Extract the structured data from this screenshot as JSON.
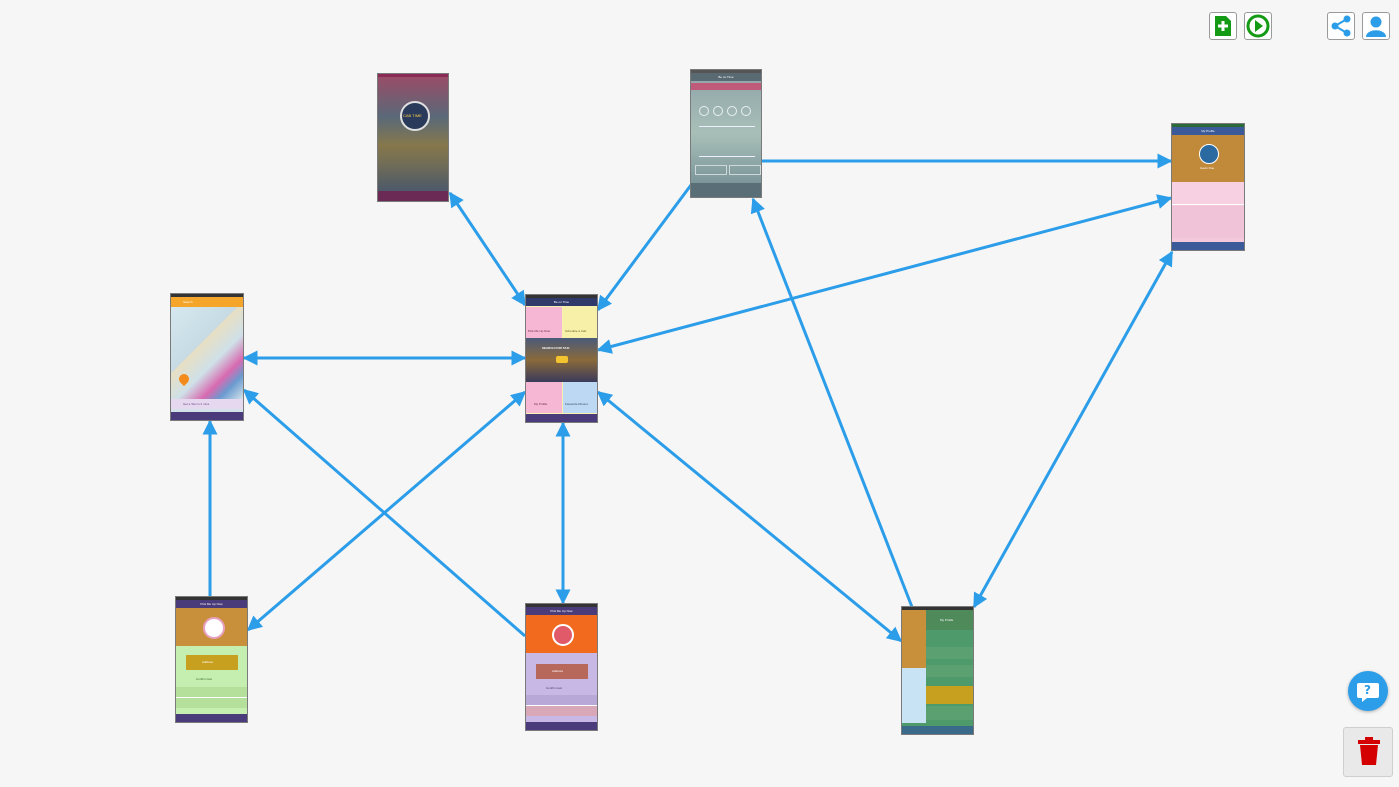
{
  "toolbar": {
    "add_screen_icon": "add-page-icon",
    "play_icon": "play-icon",
    "share_icon": "share-icon",
    "user_icon": "user-icon",
    "colors": {
      "green": "#149a14",
      "blue": "#2b9de9"
    }
  },
  "screens": {
    "splash": {
      "logo_text": "CAB TIME"
    },
    "home": {
      "title": "Be on Time",
      "tile_1": "Pick Me Up Now",
      "tile_2": "Schedule a Cab",
      "banner": "SEARCH FOR TAXI",
      "tile_3": "My Profile",
      "tile_4": "Favourite Drivers"
    },
    "control": {
      "title": "Be on Time"
    },
    "profile": {
      "title": "My Profile",
      "name": "Gavin Doe"
    },
    "map": {
      "search": "Search",
      "badge": "Get a Taxi in 2 mins"
    },
    "pickup_green": {
      "title": "Pick Me Up Now",
      "address": "Address",
      "note": "Confirm taxi"
    },
    "pickup_orange": {
      "title": "Pick Me Up Now",
      "address": "Address",
      "note": "Confirm taxi"
    },
    "menu": {
      "title": "My Profile"
    }
  },
  "help": {
    "icon": "help-chat-icon",
    "glyph": "?"
  },
  "trash": {
    "icon": "trash-icon"
  },
  "link_color": "#2b9de9"
}
